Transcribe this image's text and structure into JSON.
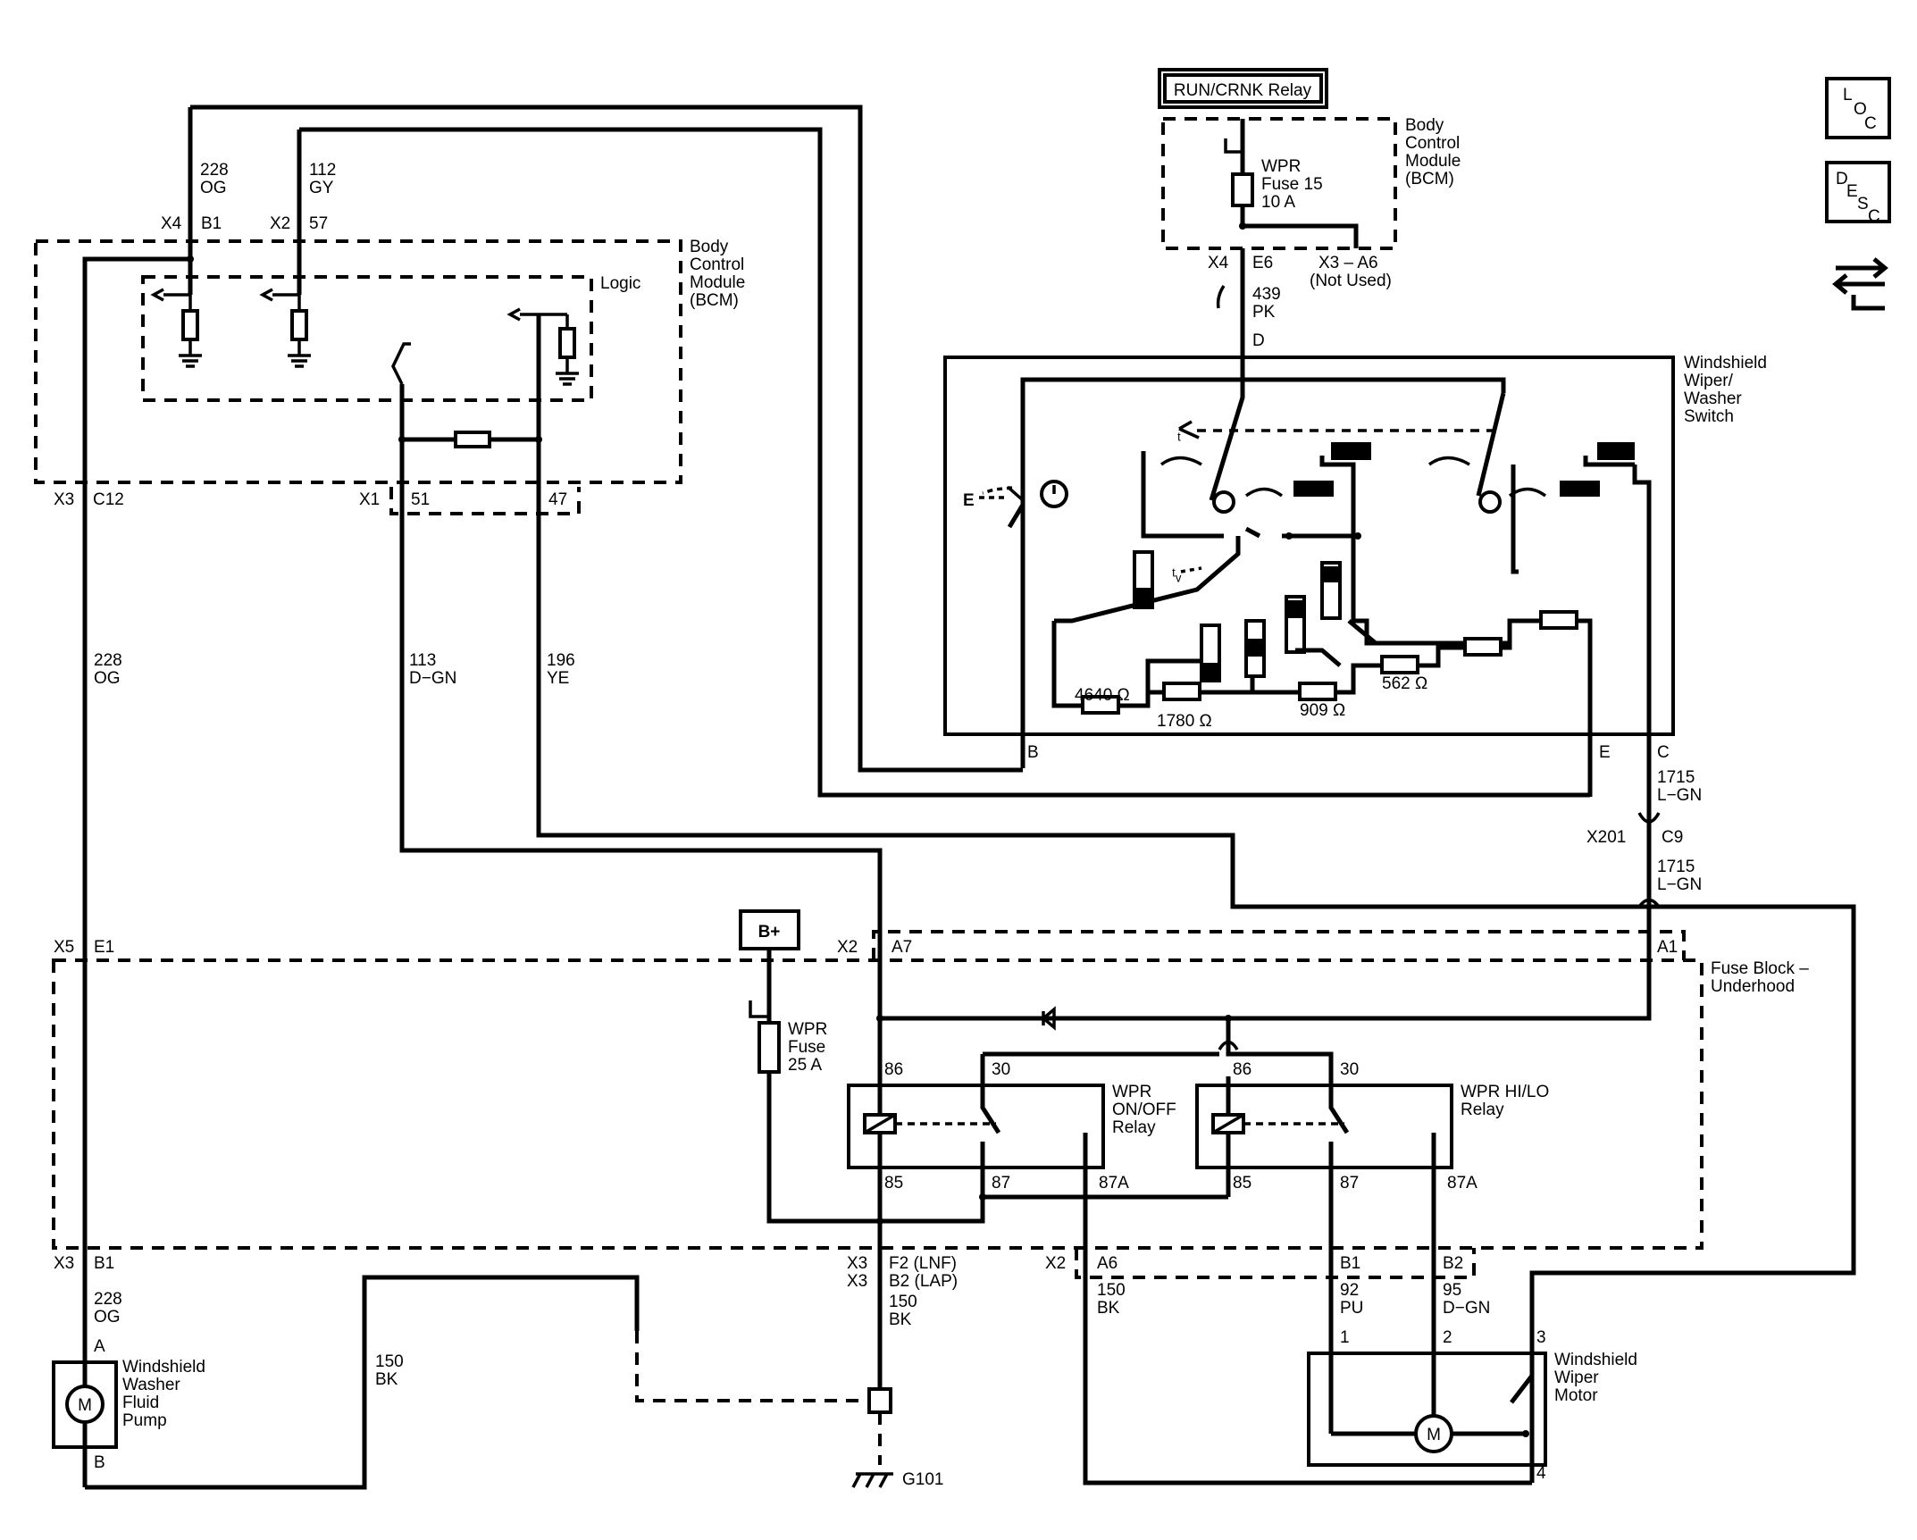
{
  "labels": {
    "run_crnk_relay": "RUN/CRNK Relay",
    "bcm_top": [
      "Body",
      "Control",
      "Module",
      "(BCM)"
    ],
    "bcm_left": [
      "Body",
      "Control",
      "Module",
      "(BCM)"
    ],
    "logic": "Logic",
    "wpr_fuse15": [
      "WPR",
      "Fuse 15",
      "10 A"
    ],
    "x4": "X4",
    "e6": "E6",
    "x3_a6": "X3 – A6",
    "not_used": "(Not Used)",
    "w439": "439",
    "pk": "PK",
    "d": "D",
    "switch": [
      "Windshield",
      "Wiper/",
      "Washer",
      "Switch"
    ],
    "w228_top": "228",
    "og_top": "OG",
    "w112": "112",
    "gy": "GY",
    "x4_left": "X4",
    "b1_top": "B1",
    "x2_left": "X2",
    "p57": "57",
    "x3_c12": "X3",
    "c12": "C12",
    "x1": "X1",
    "p51": "51",
    "p47": "47",
    "w228_mid": "228",
    "og_mid": "OG",
    "w113": "113",
    "dgn_113": "D−GN",
    "w196": "196",
    "ye": "YE",
    "r4640": "4640 Ω",
    "r1780": "1780 Ω",
    "r909": "909 Ω",
    "r562": "562 Ω",
    "pin_b": "B",
    "pin_e": "E",
    "pin_c": "C",
    "w1715_a": "1715",
    "lgn_a": "L−GN",
    "x201": "X201",
    "c9": "C9",
    "w1715_b": "1715",
    "lgn_b": "L−GN",
    "bplus": "B+",
    "x5": "X5",
    "e1": "E1",
    "x2_a7": "X2",
    "a7": "A7",
    "a1": "A1",
    "fuse_block": [
      "Fuse Block –",
      "Underhood"
    ],
    "wpr_fuse25": [
      "WPR",
      "Fuse",
      "25 A"
    ],
    "p86a": "86",
    "p30a": "30",
    "relay1": [
      "WPR",
      "ON/OFF",
      "Relay"
    ],
    "p86b": "86",
    "p30b": "30",
    "relay2": [
      "WPR HI/LO",
      "Relay"
    ],
    "p85a": "85",
    "p87a": "87",
    "p87Aa": "87A",
    "p85b": "85",
    "p87b": "87",
    "p87Ab": "87A",
    "x3_b1": "X3",
    "b1_bot": "B1",
    "x3_f2": "X3",
    "f2": "F2 (LNF)",
    "x3_b2": "X3",
    "b2": "B2 (LAP)",
    "x2_a6": "X2",
    "a6": "A6",
    "b1_motor": "B1",
    "b2_motor": "B2",
    "w228_bot": "228",
    "og_bot": "OG",
    "w150_a": "150",
    "bk_a": "BK",
    "w150_b": "150",
    "bk_b": "BK",
    "w150_c": "150",
    "bk_c": "BK",
    "w92": "92",
    "pu": "PU",
    "w95": "95",
    "dgn_95": "D−GN",
    "pin1": "1",
    "pin2": "2",
    "pin3": "3",
    "pin4": "4",
    "pin_a_pump": "A",
    "pin_b_pump": "B",
    "pump": [
      "Windshield",
      "Washer",
      "Fluid",
      "Pump"
    ],
    "motor": [
      "Windshield",
      "Wiper",
      "Motor"
    ],
    "motor_m": "M",
    "pump_m": "M",
    "g101": "G101",
    "e_arrow": "E"
  },
  "icons": {
    "loc": [
      "L",
      "O",
      "C"
    ],
    "desc": [
      "D",
      "E",
      "S",
      "C"
    ],
    "nav": "connector-arrows-icon"
  }
}
